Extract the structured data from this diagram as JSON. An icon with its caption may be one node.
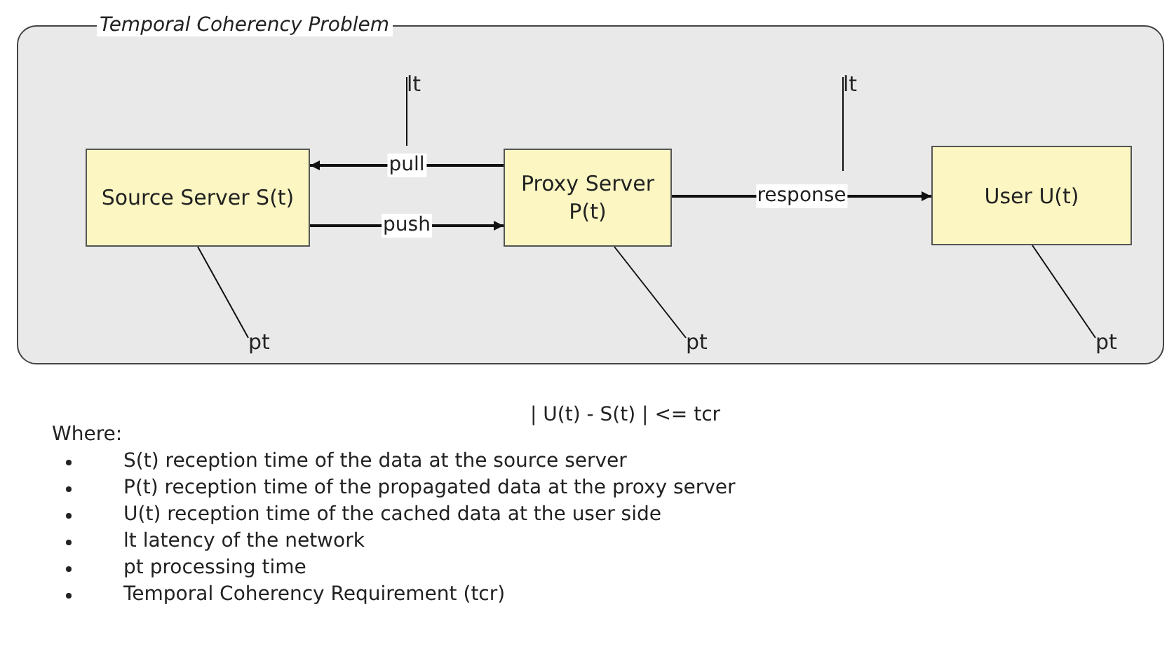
{
  "diagram": {
    "nodes": [
      {
        "text": [
          "Temporal Coherency Problem"
        ]
      },
      {
        "text": [
          "Source Server S(t)"
        ],
        "in": 0
      },
      {
        "text": [
          "Proxy Server P(t)"
        ],
        "in": 0
      },
      {
        "text": [
          "User U(t)"
        ],
        "in": 0
      },
      {
        "text": [
          "lt"
        ],
        "in": 0
      },
      {
        "text": [
          "lt"
        ],
        "in": 0
      },
      {
        "text": [
          "pt"
        ],
        "in": 0
      },
      {
        "text": [
          "pt"
        ],
        "in": 0
      },
      {
        "text": [
          "pt"
        ],
        "in": 0
      }
    ],
    "edges": [
      {
        "from": 2,
        "to": 1,
        "arrow": "to",
        "label": "pull"
      },
      {
        "from": 1,
        "to": 2,
        "arrow": "to",
        "label": "push"
      },
      {
        "from": 2,
        "to": 3,
        "arrow": "to",
        "label": "response"
      },
      {
        "from": 4,
        "to": null,
        "arrow": "none"
      },
      {
        "from": 5,
        "to": null,
        "arrow": "none"
      },
      {
        "from": 6,
        "to": 1,
        "arrow": "none"
      },
      {
        "from": 7,
        "to": 2,
        "arrow": "none"
      },
      {
        "from": 8,
        "to": 3,
        "arrow": "none"
      }
    ],
    "labels": [
      "| U(t) - S(t) | <= tcr",
      "Where:",
      "S(t) reception time of the data at the source server",
      "P(t) reception time of the propagated data at the proxy server",
      "U(t) reception time of the cached data at the user side",
      "lt latency of the network",
      "pt processing time",
      "Temporal Coherency Requirement (tcr)"
    ]
  }
}
